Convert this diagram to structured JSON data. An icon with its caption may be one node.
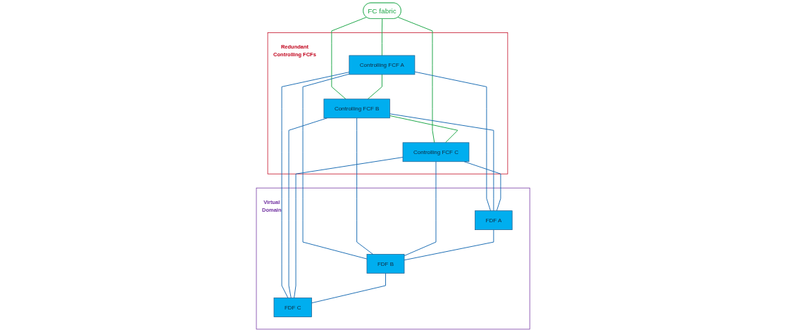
{
  "diagram": {
    "nodes": [
      {
        "text": [
          "FC fabric"
        ]
      },
      {
        "text": [
          "Redundant",
          "Controlling FCFs"
        ]
      },
      {
        "text": [
          "Controlling FCF A"
        ],
        "in": 1
      },
      {
        "text": [
          "Controlling FCF B"
        ],
        "in": 1
      },
      {
        "text": [
          "Controlling FCF C"
        ],
        "in": 1
      },
      {
        "text": [
          "Virtual",
          "Domain"
        ]
      },
      {
        "text": [
          "FDF A"
        ],
        "in": 5
      },
      {
        "text": [
          "FDF B"
        ],
        "in": 5
      },
      {
        "text": [
          "FDF C"
        ],
        "in": 5
      }
    ],
    "edges": [
      {
        "from": 0,
        "to": 2,
        "arrow": "none",
        "color": "#20a84a"
      },
      {
        "from": 0,
        "to": 3,
        "arrow": "none",
        "color": "#20a84a"
      },
      {
        "from": 0,
        "to": 4,
        "arrow": "none",
        "color": "#20a84a"
      },
      {
        "from": 2,
        "to": 3,
        "arrow": "none",
        "color": "#20a84a"
      },
      {
        "from": 3,
        "to": 4,
        "arrow": "none",
        "color": "#20a84a"
      },
      {
        "from": 2,
        "to": 6,
        "arrow": "none"
      },
      {
        "from": 2,
        "to": 7,
        "arrow": "none"
      },
      {
        "from": 2,
        "to": 8,
        "arrow": "none"
      },
      {
        "from": 3,
        "to": 6,
        "arrow": "none"
      },
      {
        "from": 3,
        "to": 7,
        "arrow": "none"
      },
      {
        "from": 3,
        "to": 8,
        "arrow": "none"
      },
      {
        "from": 4,
        "to": 6,
        "arrow": "none"
      },
      {
        "from": 4,
        "to": 7,
        "arrow": "none"
      },
      {
        "from": 4,
        "to": 8,
        "arrow": "none"
      },
      {
        "from": 6,
        "to": 7,
        "arrow": "none"
      },
      {
        "from": 7,
        "to": 8,
        "arrow": "none"
      }
    ]
  }
}
